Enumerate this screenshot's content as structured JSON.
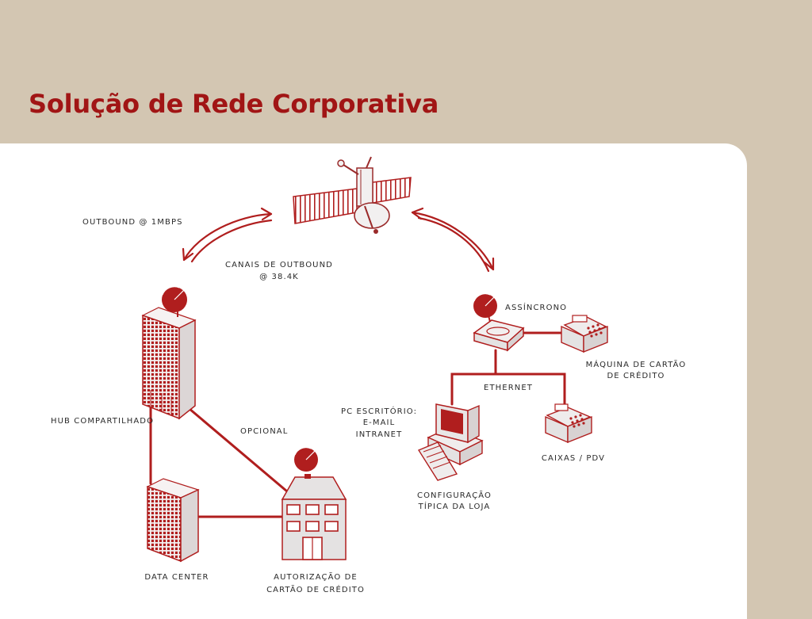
{
  "slide": {
    "title": "Solução de Rede Corporativa"
  },
  "diagram": {
    "labels": {
      "outbound": "OUTBOUND @ 1MBPS",
      "canais_line1": "CANAIS DE OUTBOUND",
      "canais_line2": "@ 38.4K",
      "assincrono": "ASSÍNCRONO",
      "maquina_line1": "MÁQUINA DE CARTÃO",
      "maquina_line2": "DE CRÉDITO",
      "ethernet": "ETHERNET",
      "pc_line1": "PC ESCRITÓRIO:",
      "pc_line2": "E-MAIL",
      "pc_line3": "INTRANET",
      "hub": "HUB COMPARTILHADO",
      "opcional": "OPCIONAL",
      "caixas": "CAIXAS / PDV",
      "config_line1": "CONFIGURAÇÃO",
      "config_line2": "TÍPICA DA LOJA",
      "datacenter": "DATA CENTER",
      "autorizacao_line1": "AUTORIZAÇÃO DE",
      "autorizacao_line2": "CARTÃO DE CRÉDITO"
    },
    "colors": {
      "accent": "#a11515",
      "line": "#b01e1e",
      "fill_light": "#e4e2e2"
    }
  }
}
